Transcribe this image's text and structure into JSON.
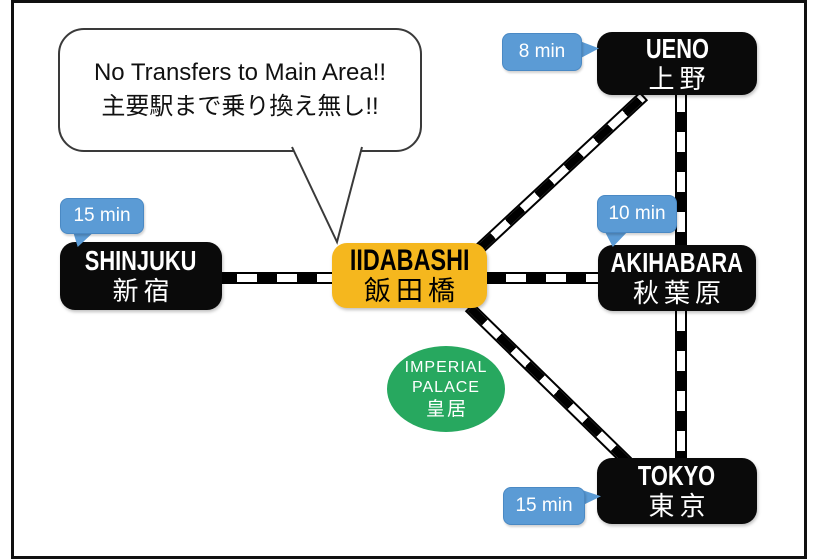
{
  "callout": {
    "line1": "No Transfers to Main Area!!",
    "line2": "主要駅まで乗り換え無し!!"
  },
  "stations": {
    "shinjuku": {
      "en": "SHINJUKU",
      "jp": "新宿",
      "time": "15 min"
    },
    "iidabashi": {
      "en": "IIDABASHI",
      "jp": "飯田橋"
    },
    "ueno": {
      "en": "UENO",
      "jp": "上野",
      "time": "8 min"
    },
    "akihabara": {
      "en": "AKIHABARA",
      "jp": "秋葉原",
      "time": "10 min"
    },
    "tokyo": {
      "en": "TOKYO",
      "jp": "東京",
      "time": "15 min"
    }
  },
  "landmark": {
    "en1": "IMPERIAL",
    "en2": "PALACE",
    "jp": "皇居"
  },
  "colors": {
    "badge_blue": "#5B9BD5",
    "station_black": "#0a0a0a",
    "hub_gold": "#F5B71E",
    "landmark_green": "#27A85F",
    "rail_black": "#000000"
  }
}
